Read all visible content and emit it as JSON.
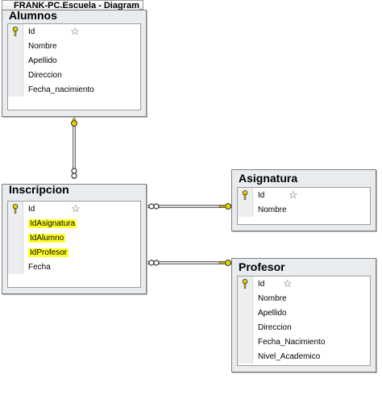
{
  "window": {
    "tab_title": "FRANK-PC.Escuela - Diagram_0*"
  },
  "tables": {
    "alumnos": {
      "title": "Alumnos",
      "columns": [
        "Id",
        "Nombre",
        "Apellido",
        "Direccion",
        "Fecha_nacimiento"
      ]
    },
    "inscripcion": {
      "title": "Inscripcion",
      "columns": [
        "Id",
        "IdAsignatura",
        "IdAlumno",
        "IdProfesor",
        "Fecha"
      ]
    },
    "asignatura": {
      "title": "Asignatura",
      "columns": [
        "Id",
        "Nombre"
      ]
    },
    "profesor": {
      "title": "Profesor",
      "columns": [
        "Id",
        "Nombre",
        "Apellido",
        "Direccion",
        "Fecha_Nacimiento",
        "Nivel_Academico"
      ]
    }
  },
  "icons": {
    "primary_key": "key-icon",
    "identity": "star-icon"
  },
  "colors": {
    "highlight": "#ffff2e",
    "key": "#e8d200",
    "relationship_line": "#555555"
  }
}
